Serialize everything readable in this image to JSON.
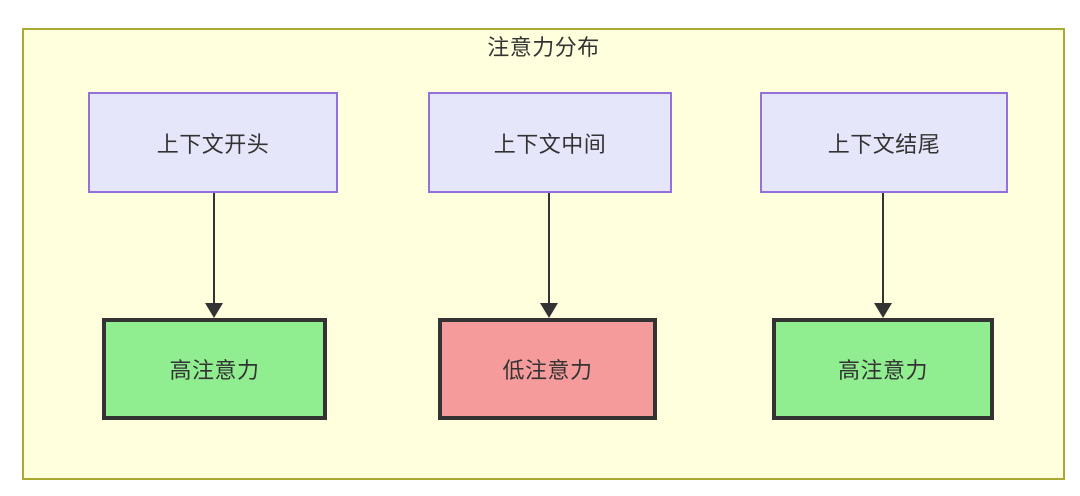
{
  "diagram": {
    "title": "注意力分布",
    "type": "flowchart",
    "direction": "top-down",
    "container": {
      "fill_color": "#ffffdd",
      "border_color": "#aaaa33"
    },
    "columns": [
      {
        "source": {
          "label": "上下文开头",
          "fill_color": "#e6e6fa",
          "border_color": "#9370db"
        },
        "target": {
          "label": "高注意力",
          "fill_color": "#90ee90",
          "border_color": "#333333"
        }
      },
      {
        "source": {
          "label": "上下文中间",
          "fill_color": "#e6e6fa",
          "border_color": "#9370db"
        },
        "target": {
          "label": "低注意力",
          "fill_color": "#f59b9b",
          "border_color": "#333333"
        }
      },
      {
        "source": {
          "label": "上下文结尾",
          "fill_color": "#e6e6fa",
          "border_color": "#9370db"
        },
        "target": {
          "label": "高注意力",
          "fill_color": "#90ee90",
          "border_color": "#333333"
        }
      }
    ],
    "edges": [
      {
        "from": "上下文开头",
        "to": "高注意力",
        "arrow": "down",
        "label": ""
      },
      {
        "from": "上下文中间",
        "to": "低注意力",
        "arrow": "down",
        "label": ""
      },
      {
        "from": "上下文结尾",
        "to": "高注意力",
        "arrow": "down",
        "label": ""
      }
    ]
  }
}
